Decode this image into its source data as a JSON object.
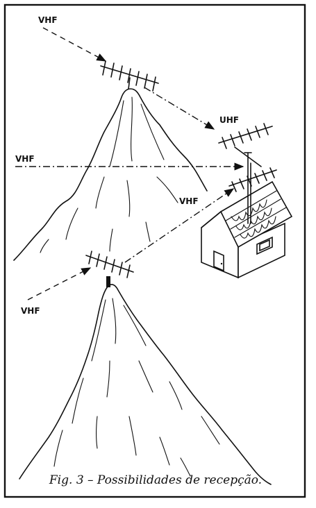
{
  "labels": {
    "vhf_top_left": "VHF",
    "uhf": "UHF",
    "vhf_middle_left": "VHF",
    "vhf_house": "VHF",
    "vhf_bottom_left": "VHF"
  },
  "caption": "Fig. 3 – Possibilidades de recepção."
}
